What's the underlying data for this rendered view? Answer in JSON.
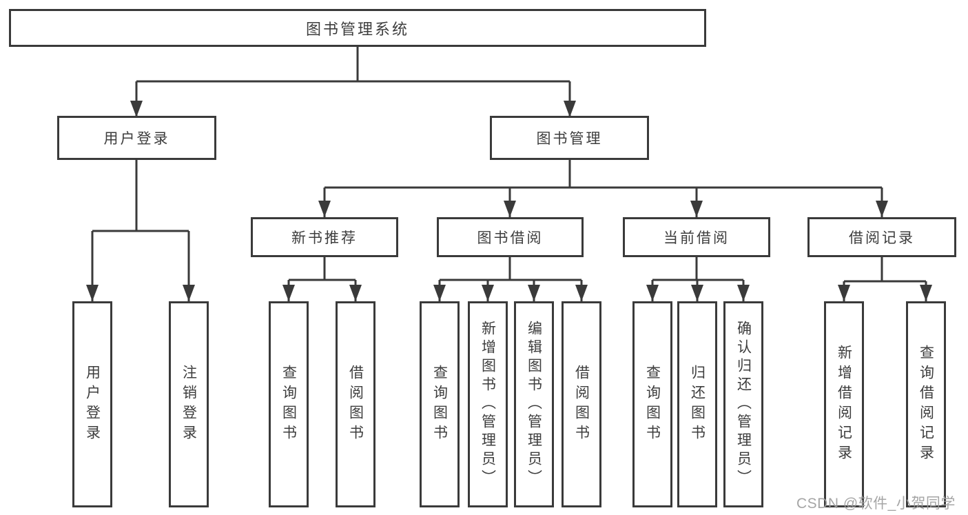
{
  "tree": {
    "label": "图书管理系统",
    "children": [
      {
        "label": "用户登录",
        "children": [
          {
            "label": "用户登录"
          },
          {
            "label": "注销登录"
          }
        ]
      },
      {
        "label": "图书管理",
        "children": [
          {
            "label": "新书推荐",
            "children": [
              {
                "label": "查询图书"
              },
              {
                "label": "借阅图书"
              }
            ]
          },
          {
            "label": "图书借阅",
            "children": [
              {
                "label": "查询图书"
              },
              {
                "label": "新增图书（管理员）"
              },
              {
                "label": "编辑图书（管理员）"
              },
              {
                "label": "借阅图书"
              }
            ]
          },
          {
            "label": "当前借阅",
            "children": [
              {
                "label": "查询图书"
              },
              {
                "label": "归还图书"
              },
              {
                "label": "确认归还（管理员）"
              }
            ]
          },
          {
            "label": "借阅记录",
            "children": [
              {
                "label": "新增借阅记录"
              },
              {
                "label": "查询借阅记录"
              }
            ]
          }
        ]
      }
    ]
  },
  "watermark": {
    "text": "CSDN @软件_小贺同学"
  },
  "colors": {
    "line_color": "#3a3a3a",
    "text_color": "#3d3d3d",
    "watermark_color": "#9e9e9e",
    "background_color": "#ffffff"
  }
}
